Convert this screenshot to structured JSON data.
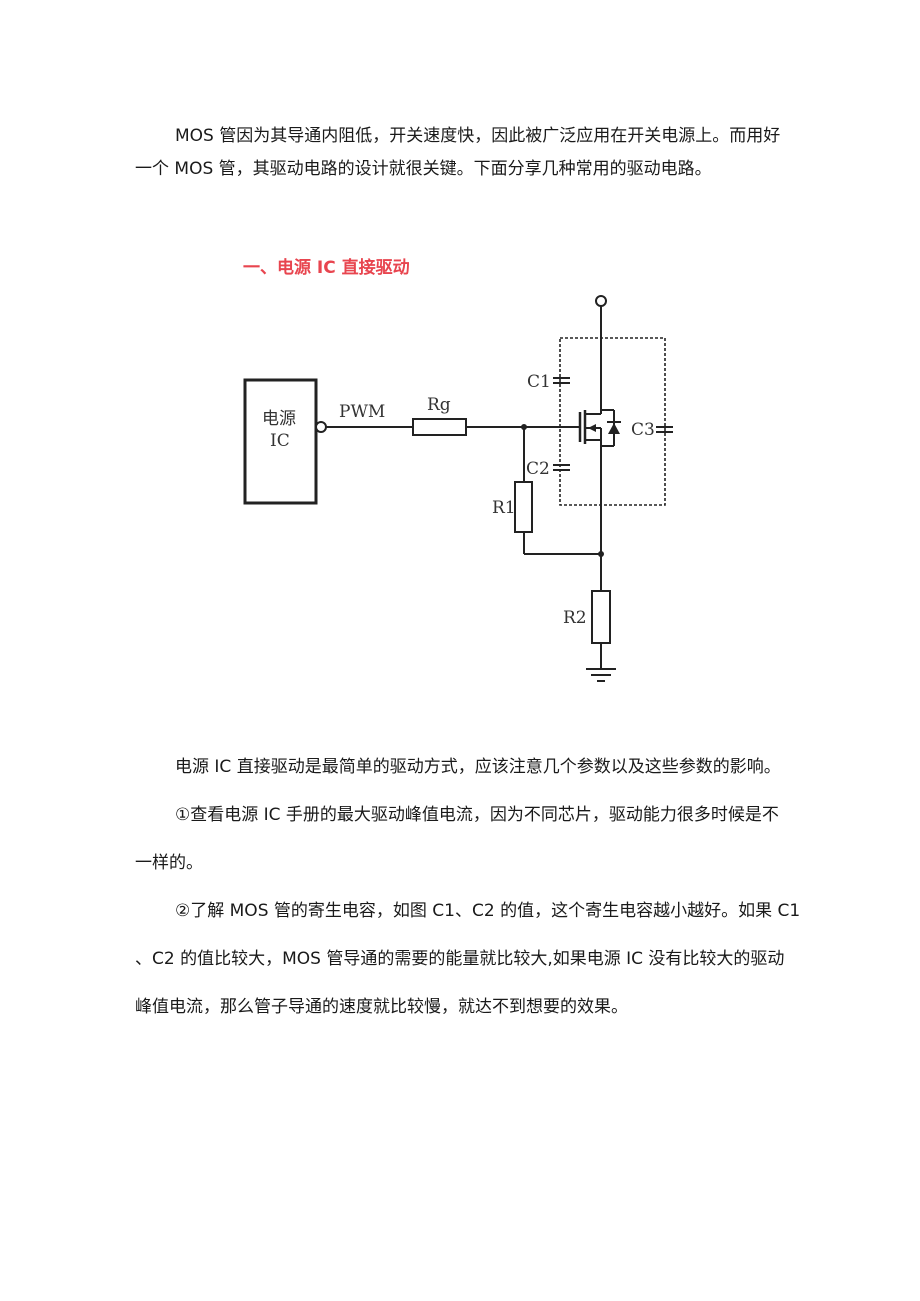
{
  "intro": {
    "line1": "MOS 管因为其导通内阻低，开关速度快，因此被广泛应用在开关电源上。而用好",
    "line2": "一个 MOS 管，其驱动电路的设计就很关键。下面分享几种常用的驱动电路。"
  },
  "section1": {
    "heading": "一、电源 IC 直接驱动",
    "heading_color": "#e8454f"
  },
  "circuit": {
    "ic_label_line1": "电源",
    "ic_label_line2": "IC",
    "pwm": "PWM",
    "rg": "Rg",
    "r1": "R1",
    "r2": "R2",
    "c1": "C1",
    "c2": "C2",
    "c3": "C3"
  },
  "body": {
    "p1": "电源 IC 直接驱动是最简单的驱动方式，应该注意几个参数以及这些参数的影响。",
    "p2_line1": "①查看电源 IC 手册的最大驱动峰值电流，因为不同芯片，驱动能力很多时候是不",
    "p2_line2": "一样的。",
    "p3_line1": "②了解 MOS 管的寄生电容，如图 C1、C2 的值，这个寄生电容越小越好。如果 C1",
    "p3_line2": "、C2 的值比较大，MOS 管导通的需要的能量就比较大,如果电源 IC 没有比较大的驱动",
    "p3_line3": "峰值电流，那么管子导通的速度就比较慢，就达不到想要的效果。"
  }
}
